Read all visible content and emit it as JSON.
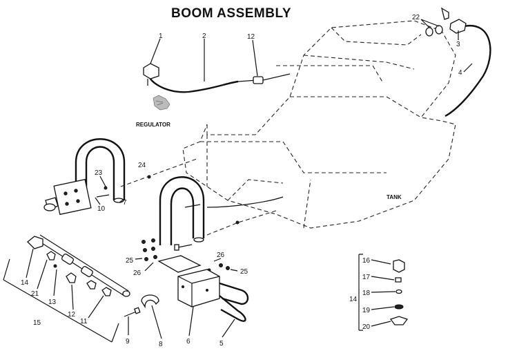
{
  "title": "BOOM ASSEMBLY",
  "labels": {
    "regulator": "REGULATOR",
    "tank": "TANK"
  },
  "callouts": {
    "p1": "1",
    "p2": "2",
    "p12a": "12",
    "p22": "22",
    "p3": "3",
    "p4": "4",
    "p24": "24",
    "p23": "23",
    "p10": "10",
    "p7": "7",
    "p14a": "14",
    "p21": "21",
    "p13": "13",
    "p12b": "12",
    "p11": "11",
    "p15": "15",
    "p25a": "25",
    "p26a": "26",
    "p26b": "26",
    "p25b": "25",
    "p9": "9",
    "p8": "8",
    "p6": "6",
    "p5": "5",
    "p16": "16",
    "p17": "17",
    "p18": "18",
    "p19": "19",
    "p20": "20",
    "p14b": "14"
  }
}
